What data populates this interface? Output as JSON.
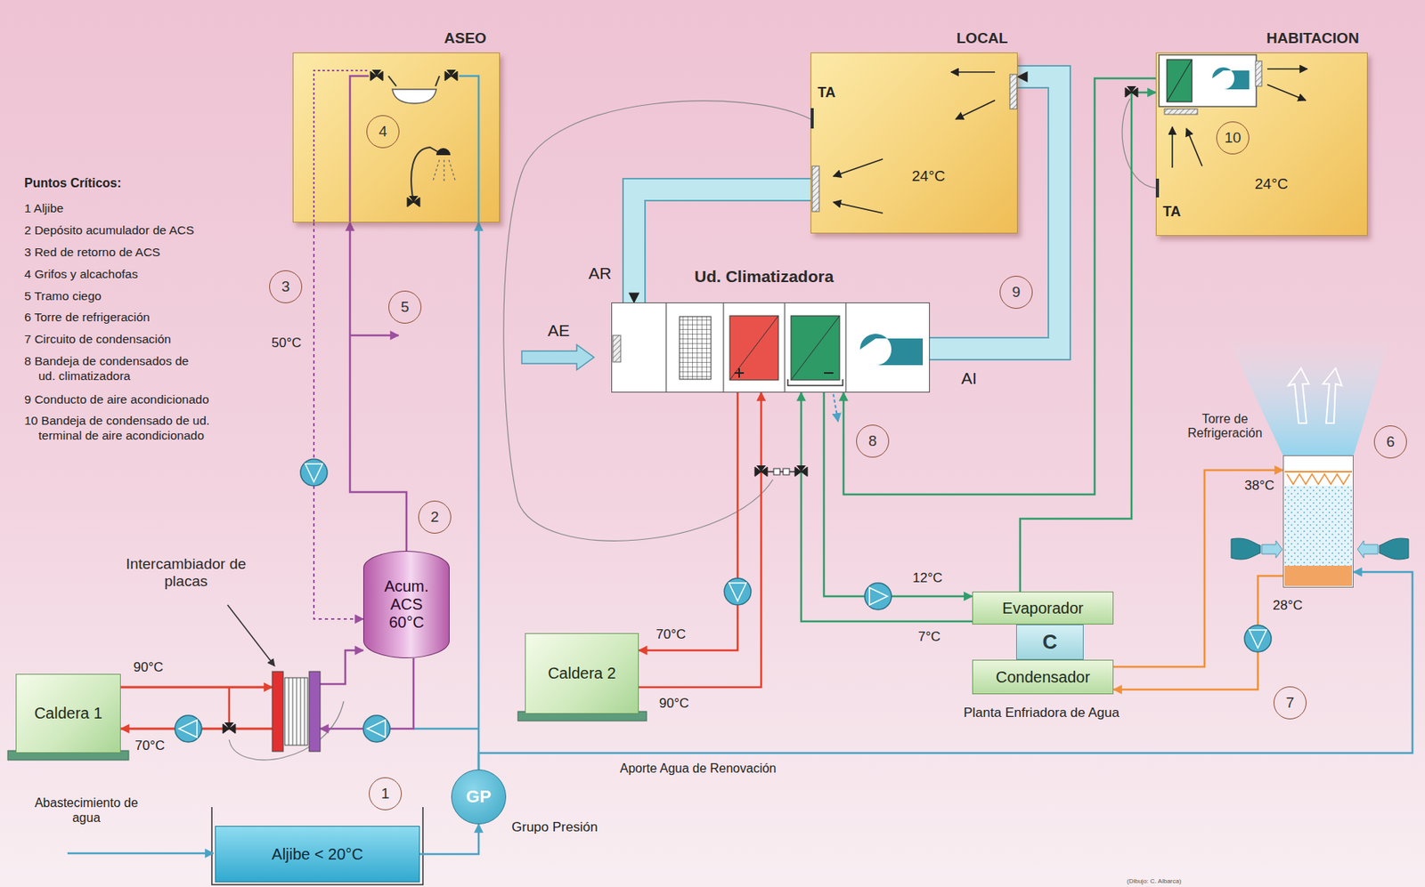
{
  "diagram": {
    "nodes": [
      {
        "text": [
          "ASEO"
        ]
      },
      {
        "text": [
          "LOCAL",
          "TA",
          "24°C"
        ]
      },
      {
        "text": [
          "HABITACION",
          "24°C",
          "TA"
        ]
      },
      {
        "text": [
          "Ud. Climatizadora"
        ]
      },
      {
        "text": [
          "Acum. ACS 60°C"
        ]
      },
      {
        "text": [
          "Intercambiador de placas"
        ]
      },
      {
        "text": [
          "Caldera 1"
        ]
      },
      {
        "text": [
          "Caldera 2"
        ]
      },
      {
        "text": [
          "Evaporador"
        ]
      },
      {
        "text": [
          "C"
        ]
      },
      {
        "text": [
          "Condensador"
        ]
      },
      {
        "text": [
          "Torre de Refrigeración"
        ]
      },
      {
        "text": [
          "GP"
        ]
      },
      {
        "text": [
          "Aljibe < 20°C"
        ]
      }
    ],
    "edges": [
      {
        "from": 6,
        "to": 5,
        "arrow": "to"
      },
      {
        "from": 5,
        "to": 6,
        "arrow": "to"
      },
      {
        "from": 5,
        "to": 4,
        "arrow": "to"
      },
      {
        "from": 4,
        "to": 5,
        "arrow": "to"
      },
      {
        "from": 4,
        "to": 0,
        "arrow": "to"
      },
      {
        "from": 0,
        "to": 4,
        "arrow": "to"
      },
      {
        "from": 13,
        "to": 12,
        "arrow": "to"
      },
      {
        "from": 12,
        "to": 0,
        "arrow": "to"
      },
      {
        "from": 12,
        "to": 11,
        "label": "Aporte Agua de Renovación",
        "arrow": "to"
      },
      {
        "from": 7,
        "to": 3,
        "arrow": "to"
      },
      {
        "from": 3,
        "to": 7,
        "arrow": "to"
      },
      {
        "from": 8,
        "to": 3,
        "arrow": "to"
      },
      {
        "from": 3,
        "to": 8,
        "arrow": "to"
      },
      {
        "from": 8,
        "to": 2,
        "arrow": "to"
      },
      {
        "from": 2,
        "to": 3,
        "arrow": "to"
      },
      {
        "from": 3,
        "to": 1,
        "arrow": "to"
      },
      {
        "from": 1,
        "to": 3,
        "arrow": "to"
      },
      {
        "from": 10,
        "to": 11,
        "arrow": "to"
      },
      {
        "from": 11,
        "to": 10,
        "arrow": "to"
      }
    ],
    "labels": [
      "Puntos Críticos:",
      "1 Aljibe",
      "2 Depósito acumulador de ACS",
      "3 Red de retorno de ACS",
      "4 Grifos y alcachofas",
      "5 Tramo ciego",
      "6 Torre de refrigeración",
      "7 Circuito de condensación",
      "8 Bandeja de condensados de ud. climatizadora",
      "9 Conducto de aire acondicionado",
      "10 Bandeja de condensado de ud. terminal de aire acondicionado",
      "4",
      "3",
      "5",
      "50°C",
      "2",
      "90°C",
      "70°C",
      "1",
      "Abastecimiento de agua",
      "Grupo Presión",
      "AR",
      "AE",
      "AI",
      "9",
      "10",
      "8",
      "70°C",
      "90°C",
      "12°C",
      "7°C",
      "Planta Enfriadora de Agua",
      "6",
      "38°C",
      "28°C",
      "7",
      "(Dibujo: C. Albarca)"
    ]
  }
}
